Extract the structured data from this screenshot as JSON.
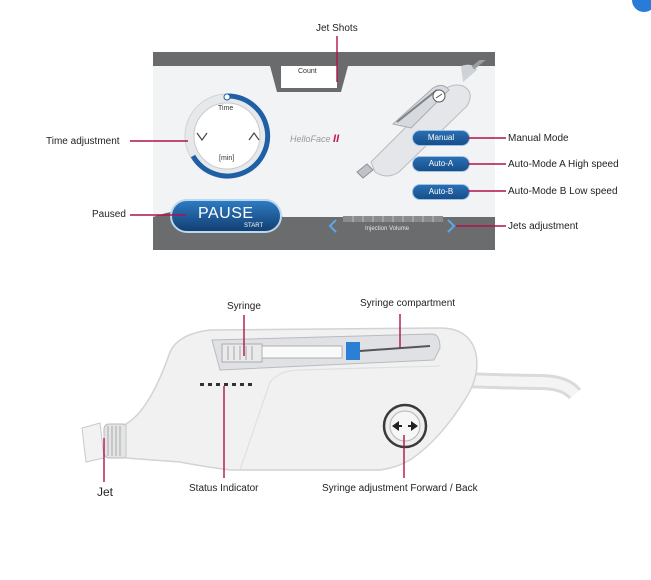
{
  "screen": {
    "count_label": "Count",
    "time_label": "Time",
    "min_label": "[min]",
    "brand_text": "HelloFace",
    "brand_suffix": "II",
    "manual_btn": "Manual",
    "auto_a_btn": "Auto-A",
    "auto_b_btn": "Auto-B",
    "pause_btn": "PAUSE",
    "start_text": "START",
    "injection_volume": "Injection Volume"
  },
  "callouts": {
    "jet_shots": "Jet Shots",
    "time_adjustment": "Time adjustment",
    "paused": "Paused",
    "manual_mode": "Manual Mode",
    "auto_mode_a": "Auto-Mode A High speed",
    "auto_mode_b": "Auto-Mode B Low speed",
    "jets_adjustment": "Jets adjustment",
    "syringe": "Syringe",
    "syringe_compartment": "Syringe compartment",
    "jet": "Jet",
    "status_indicator": "Status Indicator",
    "syringe_adjustment": "Syringe adjustment Forward / Back"
  },
  "colors": {
    "callout_line": "#b0114f",
    "screen_bg": "#f2f3f4",
    "screen_band": "#6a6b6d",
    "accent_blue": "#1f5fa6"
  },
  "icons": [
    "chevron-left-icon",
    "chevron-right-icon",
    "arrow-left-right-icon",
    "gauge-icon"
  ]
}
